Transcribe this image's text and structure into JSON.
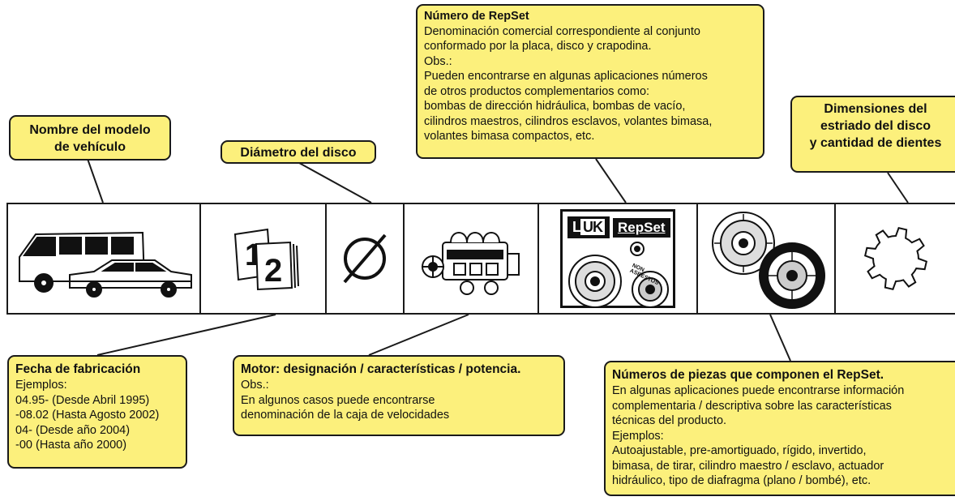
{
  "callouts": {
    "vehicle": {
      "title": "Nombre del modelo de vehículo",
      "lines": [
        "Nombre del modelo",
        "de vehículo"
      ]
    },
    "diameter": {
      "title": "Diámetro del disco"
    },
    "repset_number": {
      "title": "Número de RepSet",
      "body": [
        "Denominación comercial correspondiente al conjunto",
        "conformado por la placa, disco y crapodina.",
        "Obs.:",
        "Pueden encontrarse en algunas aplicaciones números",
        "de otros productos complementarios como:",
        "bombas de dirección hidráulica, bombas de vacío,",
        "cilindros maestros, cilindros esclavos, volantes bimasa,",
        "volantes bimasa compactos, etc."
      ]
    },
    "spline": {
      "lines": [
        "Dimensiones del",
        "estriado del disco",
        "y cantidad de dientes"
      ]
    },
    "manufacture_date": {
      "title": "Fecha de fabricación",
      "body": [
        "Ejemplos:",
        "04.95- (Desde Abril 1995)",
        "-08.02 (Hasta Agosto 2002)",
        "04- (Desde año 2004)",
        "-00 (Hasta año 2000)"
      ]
    },
    "engine": {
      "title": "Motor: designación / características / potencia.",
      "body": [
        "Obs.:",
        "En algunos casos puede encontrarse",
        "denominación de la caja de velocidades"
      ]
    },
    "parts": {
      "title": "Números de piezas que componen el RepSet.",
      "body": [
        "En algunas aplicaciones puede encontrarse información",
        "complementaria / descriptiva sobre las características",
        "técnicas del producto.",
        "Ejemplos:",
        "Autoajustable, pre-amortiguado, rígido, invertido,",
        "bimasa, de tirar, cilindro maestro / esclavo, actuador",
        "hidráulico, tipo de diafragma (plano / bombé), etc."
      ]
    }
  },
  "logo": {
    "luk_l": "L",
    "luk_uk": "UK",
    "repset": "RepSet",
    "non_asbestos": "NON ASBESTOS"
  },
  "icons": [
    "vehicles-icon",
    "calendar-icon",
    "diameter-icon",
    "engine-icon",
    "repset-package-icon",
    "clutch-parts-icon",
    "spline-gear-icon"
  ],
  "colors": {
    "callout_fill": "#fcf07c",
    "border": "#1a1a1a"
  }
}
